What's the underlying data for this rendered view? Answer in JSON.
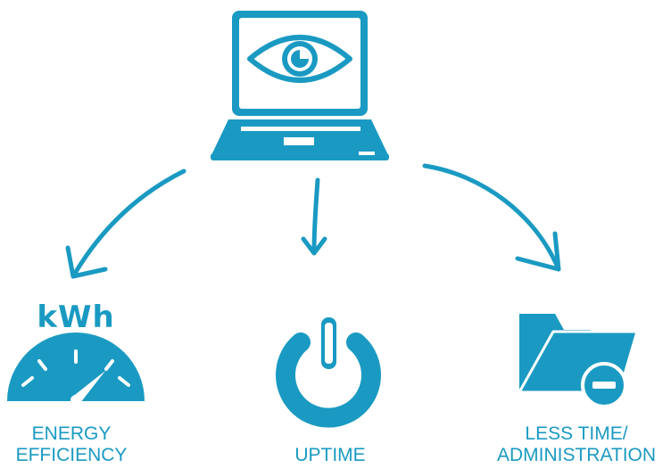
{
  "colors": {
    "accent": "#1a9ac2",
    "background": "#ffffff"
  },
  "icons": {
    "monitor": "laptop-eye-icon",
    "energy": "gauge-icon",
    "uptime": "power-icon",
    "admin": "folder-minus-icon"
  },
  "energy": {
    "unit": "kWh",
    "label_line1": "ENERGY",
    "label_line2": "EFFICIENCY"
  },
  "uptime": {
    "label": "UPTIME"
  },
  "admin": {
    "label_line1": "LESS TIME/",
    "label_line2": "ADMINISTRATION"
  }
}
